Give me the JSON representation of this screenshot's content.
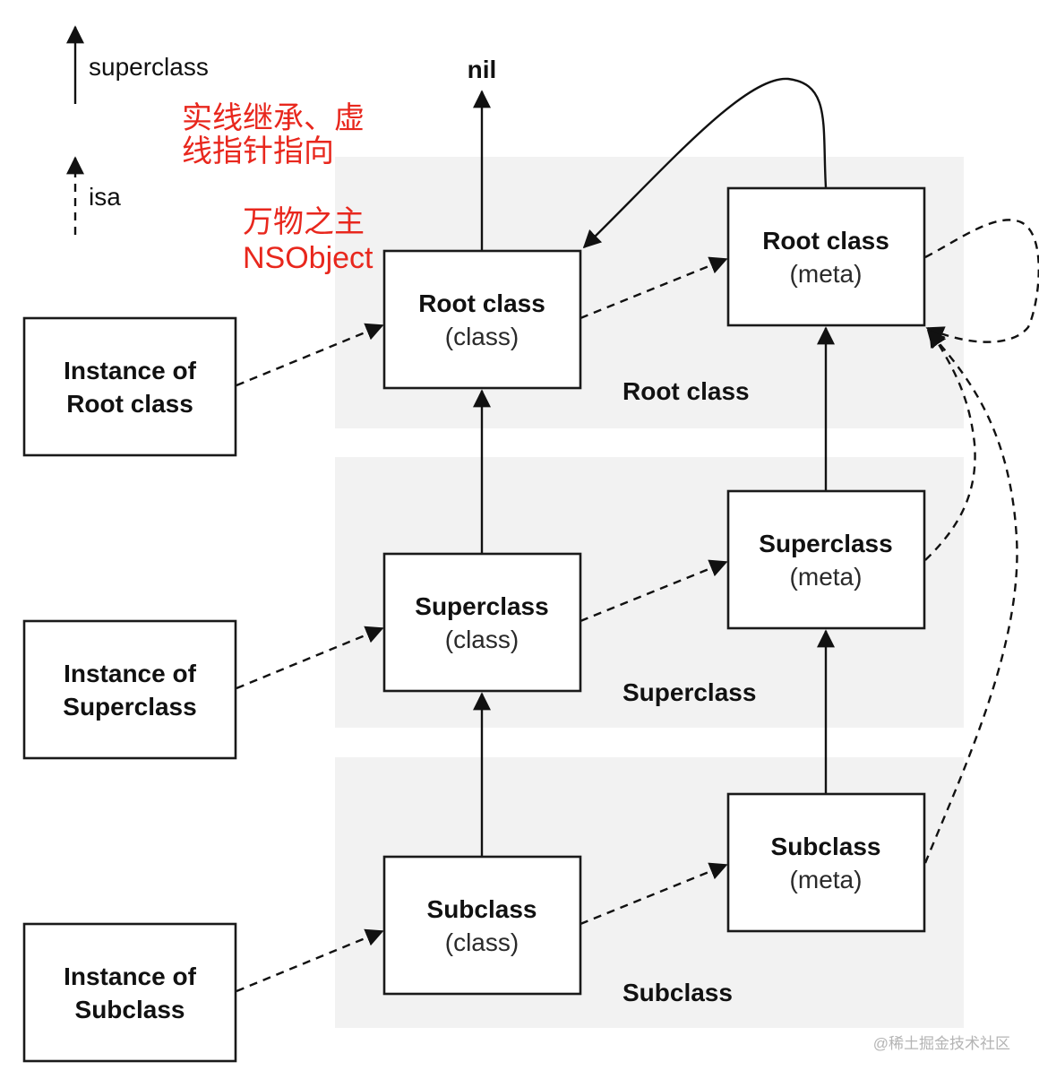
{
  "legend": {
    "superclass_label": "superclass",
    "isa_label": "isa"
  },
  "annotation": {
    "line1": "实线继承、虚",
    "line2": "线指针指向",
    "line3": "万物之主",
    "line4": "NSObject",
    "color": "#e8271d"
  },
  "nil_label": "nil",
  "bands": {
    "root": "Root class",
    "super": "Superclass",
    "sub": "Subclass"
  },
  "instances": {
    "root": [
      "Instance of",
      "Root class"
    ],
    "super": [
      "Instance of",
      "Superclass"
    ],
    "sub": [
      "Instance of",
      "Subclass"
    ]
  },
  "classes": {
    "root": [
      "Root class",
      "(class)"
    ],
    "super": [
      "Superclass",
      "(class)"
    ],
    "sub": [
      "Subclass",
      "(class)"
    ]
  },
  "metas": {
    "root": [
      "Root class",
      "(meta)"
    ],
    "super": [
      "Superclass",
      "(meta)"
    ],
    "sub": [
      "Subclass",
      "(meta)"
    ]
  },
  "watermark": "@稀土掘金技术社区"
}
